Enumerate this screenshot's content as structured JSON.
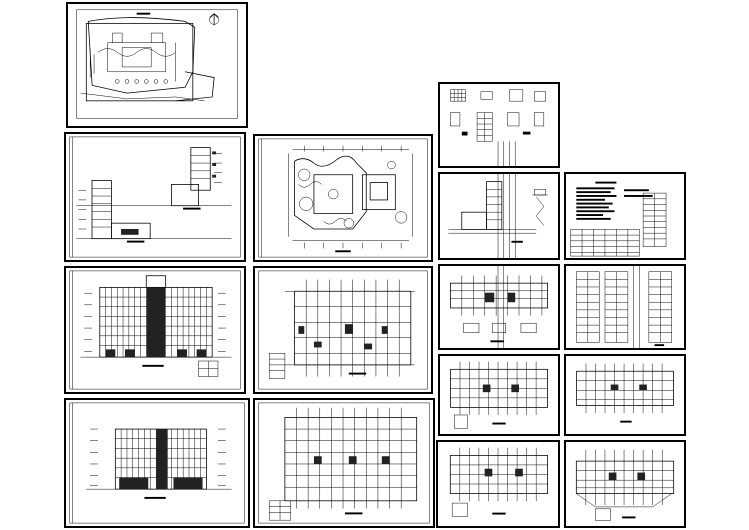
{
  "drawing_set": {
    "sheets": [
      {
        "id": "site-plan"
      },
      {
        "id": "section-elevation"
      },
      {
        "id": "ground-floor-plan"
      },
      {
        "id": "detail-sheet"
      },
      {
        "id": "side-elevation"
      },
      {
        "id": "notes-table"
      },
      {
        "id": "front-elevation"
      },
      {
        "id": "floor-plan-2"
      },
      {
        "id": "floor-plan-3"
      },
      {
        "id": "column-schedule"
      },
      {
        "id": "rear-elevation"
      },
      {
        "id": "floor-plan-typical"
      },
      {
        "id": "floor-plan-4"
      },
      {
        "id": "floor-plan-5"
      },
      {
        "id": "floor-plan-roof"
      },
      {
        "id": "floor-plan-6"
      }
    ]
  }
}
